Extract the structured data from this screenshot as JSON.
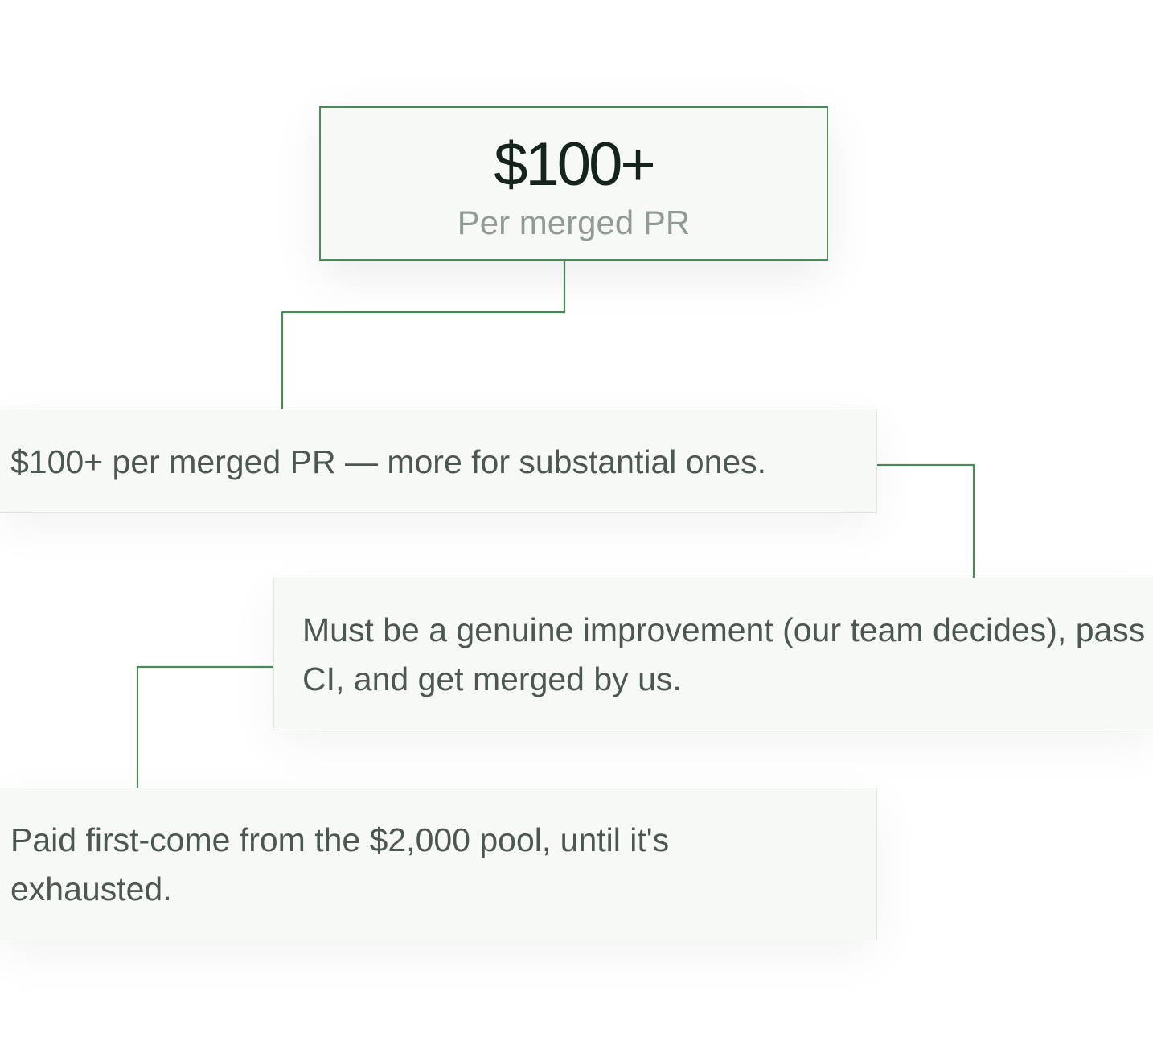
{
  "colors": {
    "accent": "#4b8a59",
    "card_background": "#f7f9f6",
    "heading_text": "#14241a",
    "body_text": "#4c574f",
    "muted_text": "#909c93"
  },
  "hero": {
    "amount": "$100+",
    "caption": "Per merged PR"
  },
  "steps": [
    {
      "text": "$100+ per merged PR — more for substantial ones."
    },
    {
      "text": "Must be a genuine improvement (our team decides), pass CI, and get merged by us."
    },
    {
      "text": "Paid first-come from the $2,000 pool, until it's exhausted."
    }
  ]
}
